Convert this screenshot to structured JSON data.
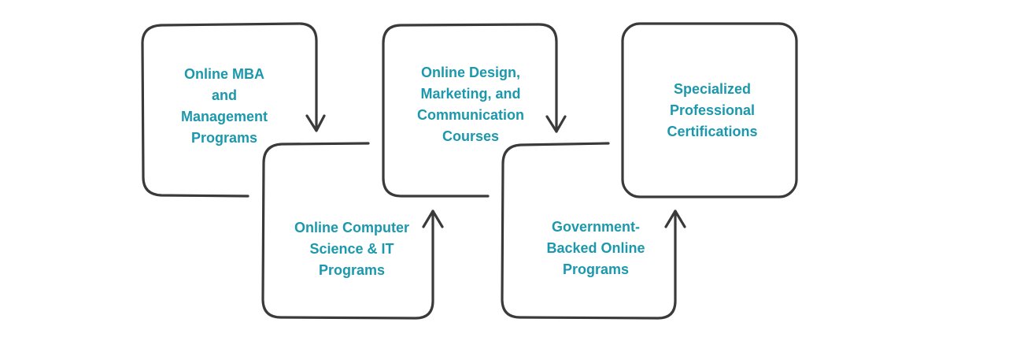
{
  "diagram": {
    "steps": [
      {
        "lines": [
          "Online MBA",
          "and",
          "Management",
          "Programs"
        ]
      },
      {
        "lines": [
          "Online Computer",
          "Science & IT",
          "Programs"
        ]
      },
      {
        "lines": [
          "Online Design,",
          "Marketing, and",
          "Communication",
          "Courses"
        ]
      },
      {
        "lines": [
          "Government-",
          "Backed Online",
          "Programs"
        ]
      },
      {
        "lines": [
          "Specialized",
          "Professional",
          "Certifications"
        ]
      }
    ],
    "colors": {
      "text": "#1b98ac",
      "stroke": "#3a3a3a"
    }
  }
}
